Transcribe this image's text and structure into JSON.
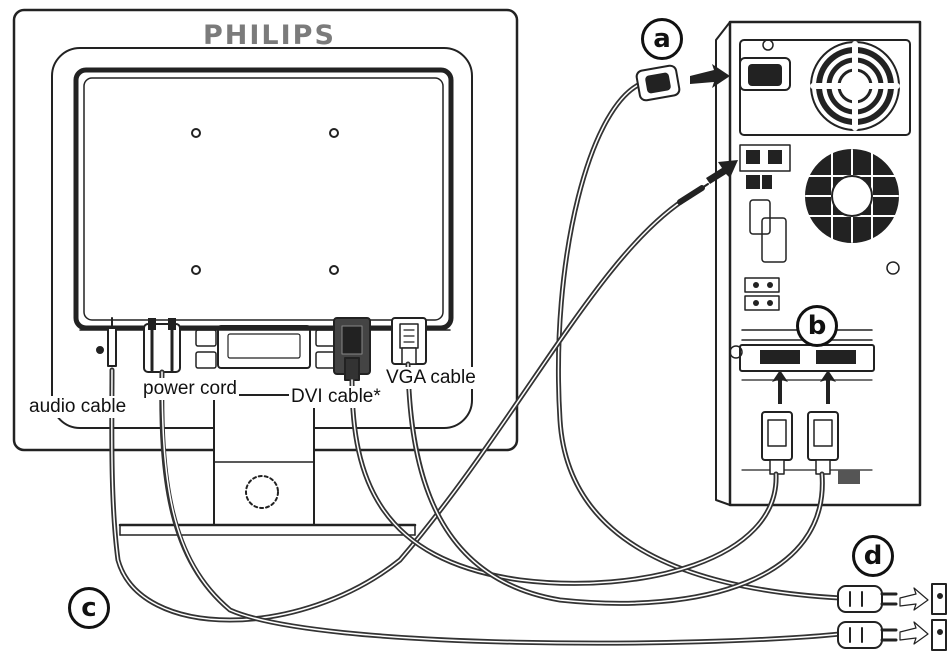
{
  "brand": "PHILIPS",
  "labels": {
    "audio_cable": "audio cable",
    "power_cord": "power cord",
    "dvi_cable": "DVI cable*",
    "vga_cable": "VGA cable"
  },
  "callouts": {
    "a": "a",
    "b": "b",
    "c": "c",
    "d": "d"
  }
}
